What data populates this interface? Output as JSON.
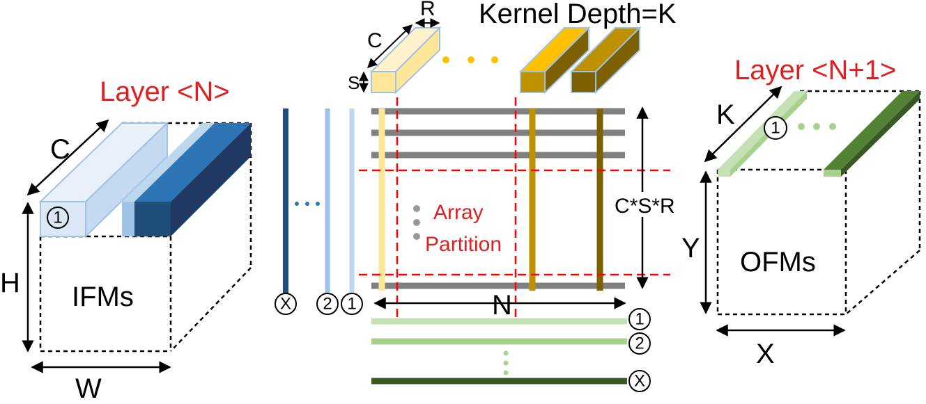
{
  "ifm": {
    "layer_title": "Layer <N>",
    "dim_c": "C",
    "dim_h": "H",
    "dim_w": "W",
    "name": "IFMs",
    "index_1": "1"
  },
  "kernel": {
    "title": "Kernel Depth=K",
    "dim_r": "R",
    "dim_c": "C",
    "dim_s": "S"
  },
  "array": {
    "partition_line1": "Array",
    "partition_line2": "Partition",
    "dim_rows": "C*S*R",
    "dim_cols": "N",
    "col_index_x": "X",
    "col_index_2": "2",
    "col_index_1": "1",
    "out_index_1": "1",
    "out_index_2": "2",
    "out_index_x": "X"
  },
  "ofm": {
    "layer_title": "Layer <N+1>",
    "dim_k": "K",
    "dim_y": "Y",
    "dim_x": "X",
    "name": "OFMs",
    "index_1": "1"
  },
  "colors": {
    "red_label": "#e02020",
    "blue_dark": "#1f4e79",
    "blue_mid": "#2e75b6",
    "blue_light": "#9dc3e6",
    "gold_light": "#ffe699",
    "gold": "#bf9000",
    "olive": "#7f6000",
    "grey_row": "#808080",
    "green_light": "#c5e0b4",
    "green_mid": "#a9d18e",
    "green_dark": "#385723"
  }
}
